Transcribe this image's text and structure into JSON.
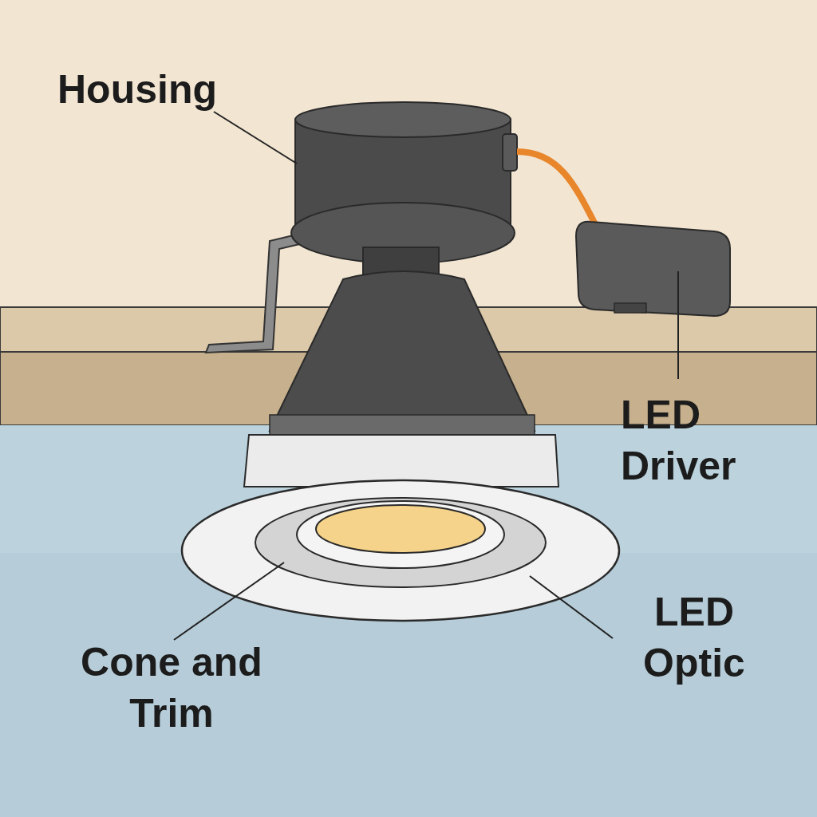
{
  "diagram": {
    "labels": [
      "Housing",
      "LED Driver",
      "Cone and Trim",
      "LED Optic"
    ]
  }
}
